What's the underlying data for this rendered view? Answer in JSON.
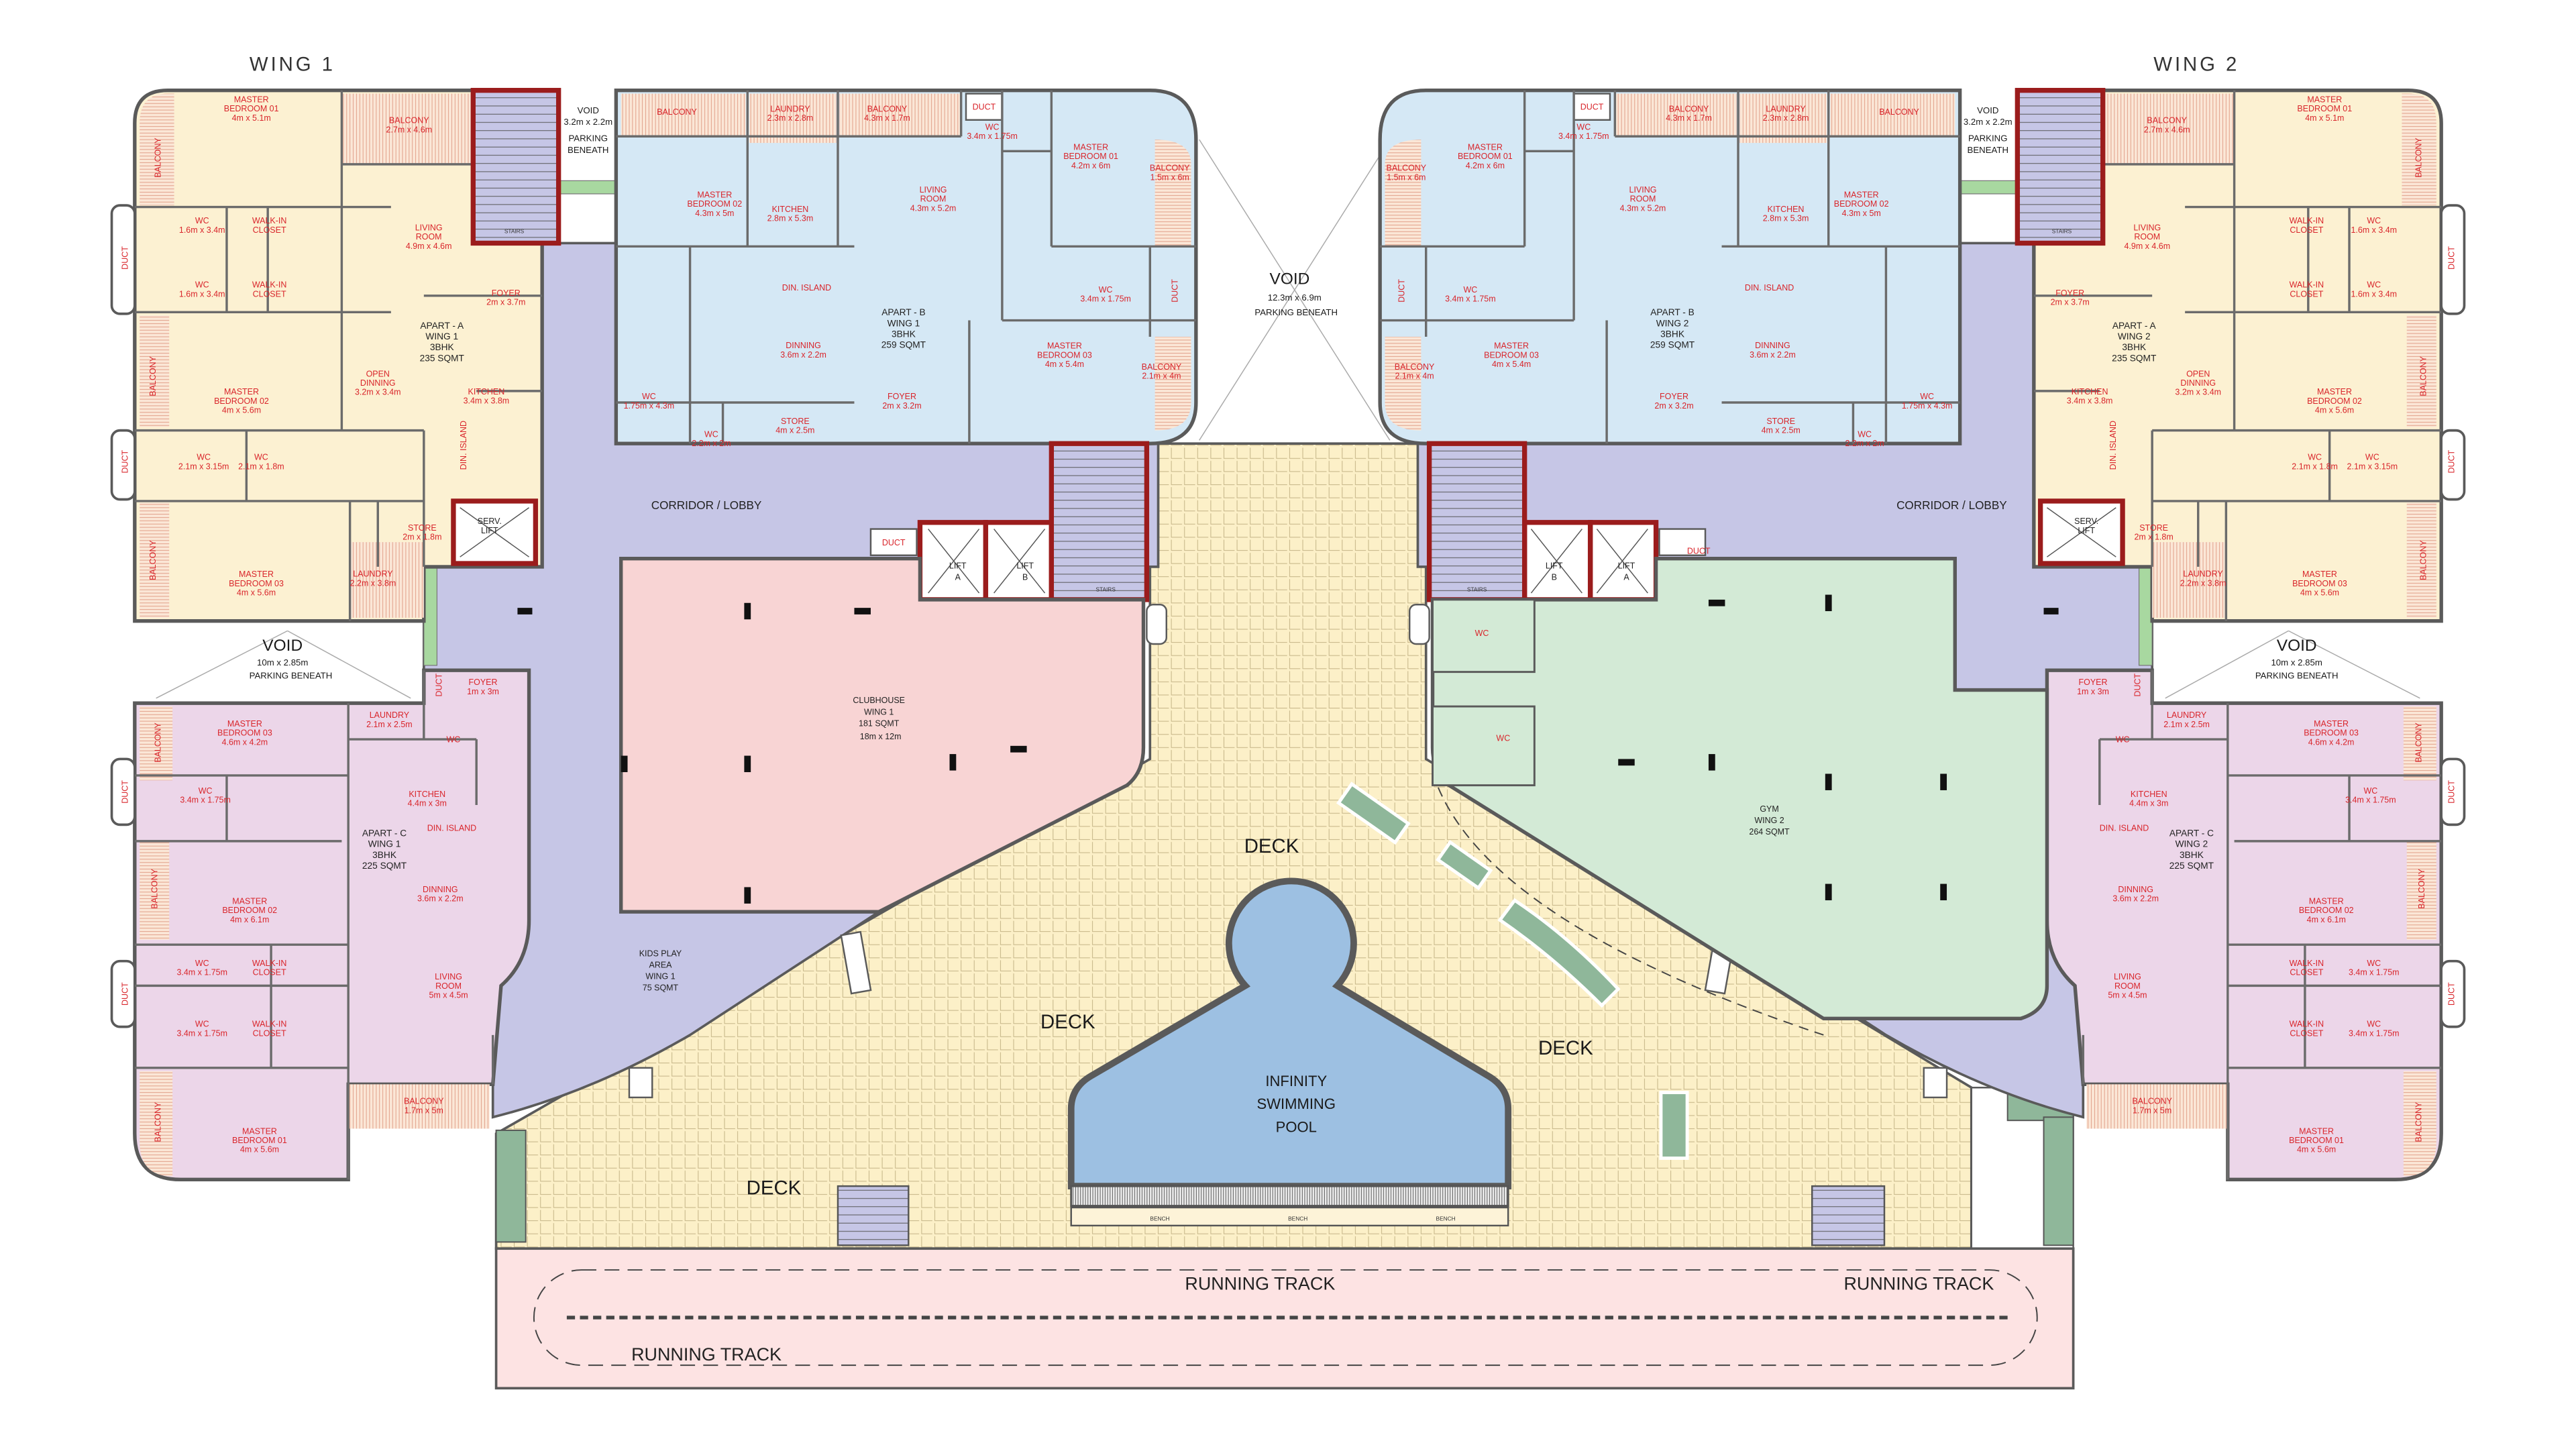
{
  "colors": {
    "apartment_a": "#fcf1d2",
    "apartment_b": "#d5e8f5",
    "apartment_c": "#ecd6e9",
    "corridor": "#c6c6e6",
    "clubhouse": "#f8d4d4",
    "gym": "#d3ead6",
    "deck": "#fcf0c8",
    "pool": "#9dc0e2",
    "running_track": "#fde3e3",
    "room_label": "#d9252b",
    "core_wall": "#9b1c1c"
  },
  "wing1": {
    "title": "WING 1",
    "corridor": "CORRIDOR / LOBBY",
    "void_top": {
      "title": "VOID",
      "size": "3.2m x 2.2m",
      "note1": "PARKING",
      "note2": "BENEATH"
    },
    "void_mid": {
      "title": "VOID",
      "size": "10m x 2.85m",
      "note": "PARKING BENEATH"
    },
    "apartments": {
      "A": {
        "title": [
          "APART - A",
          "WING 1",
          "3BHK",
          "235 SQMT"
        ],
        "rooms": [
          {
            "name": [
              "MASTER",
              "BEDROOM 01"
            ],
            "size": "4m x 5.1m"
          },
          {
            "name": [
              "BALCONY"
            ],
            "size": "2.7m x 4.6m"
          },
          {
            "name": [
              "BALCONY"
            ]
          },
          {
            "name": [
              "WC"
            ],
            "size": "1.6m x 3.4m"
          },
          {
            "name": [
              "WALK-IN",
              "CLOSET"
            ]
          },
          {
            "name": [
              "WC"
            ],
            "size": "1.6m x 3.4m"
          },
          {
            "name": [
              "WALK-IN",
              "CLOSET"
            ]
          },
          {
            "name": [
              "LIVING",
              "ROOM"
            ],
            "size": "4.9m x 4.6m"
          },
          {
            "name": [
              "FOYER"
            ],
            "size": "2m x 3.7m"
          },
          {
            "name": [
              "OPEN",
              "DINNING"
            ],
            "size": "3.2m x 3.4m"
          },
          {
            "name": [
              "KITCHEN"
            ],
            "size": "3.4m x 3.8m"
          },
          {
            "name": [
              "DIN. ISLAND"
            ]
          },
          {
            "name": [
              "MASTER",
              "BEDROOM 02"
            ],
            "size": "4m x 5.6m"
          },
          {
            "name": [
              "BALCONY"
            ]
          },
          {
            "name": [
              "WC"
            ],
            "size": "2.1m x 3.15m"
          },
          {
            "name": [
              "WC"
            ],
            "size": "2.1m x 1.8m"
          },
          {
            "name": [
              "STORE"
            ],
            "size": "2m x 1.8m"
          },
          {
            "name": [
              "SERV.",
              "LIFT"
            ]
          },
          {
            "name": [
              "MASTER",
              "BEDROOM 03"
            ],
            "size": "4m x 5.6m"
          },
          {
            "name": [
              "LAUNDRY"
            ],
            "size": "2.2m x 3.8m"
          },
          {
            "name": [
              "BALCONY"
            ]
          },
          {
            "name": [
              "DUCT"
            ]
          },
          {
            "name": [
              "DUCT"
            ]
          },
          {
            "name": [
              "STAIRS"
            ]
          }
        ]
      },
      "B": {
        "title": [
          "APART - B",
          "WING 1",
          "3BHK",
          "259 SQMT"
        ],
        "rooms": [
          {
            "name": [
              "BALCONY"
            ]
          },
          {
            "name": [
              "LAUNDRY"
            ],
            "size": "2.3m x 2.8m"
          },
          {
            "name": [
              "BALCONY"
            ],
            "size": "4.3m x 1.7m"
          },
          {
            "name": [
              "DUCT"
            ]
          },
          {
            "name": [
              "WC"
            ],
            "size": "3.4m x 1.75m"
          },
          {
            "name": [
              "MASTER",
              "BEDROOM 01"
            ],
            "size": "4.2m x 6m"
          },
          {
            "name": [
              "BALCONY"
            ],
            "size": "1.5m x 6m"
          },
          {
            "name": [
              "MASTER",
              "BEDROOM 02"
            ],
            "size": "4.3m x 5m"
          },
          {
            "name": [
              "KITCHEN"
            ],
            "size": "2.8m x 5.3m"
          },
          {
            "name": [
              "LIVING",
              "ROOM"
            ],
            "size": "4.3m x 5.2m"
          },
          {
            "name": [
              "DIN. ISLAND"
            ]
          },
          {
            "name": [
              "WC"
            ],
            "size": "3.4m x 1.75m"
          },
          {
            "name": [
              "DUCT"
            ]
          },
          {
            "name": [
              "DINNING"
            ],
            "size": "3.6m x 2.2m"
          },
          {
            "name": [
              "MASTER",
              "BEDROOM 03"
            ],
            "size": "4m x 5.4m"
          },
          {
            "name": [
              "BALCONY"
            ],
            "size": "2.1m x 4m"
          },
          {
            "name": [
              "WC"
            ],
            "size": "1.75m x 4.3m"
          },
          {
            "name": [
              "FOYER"
            ],
            "size": "2m x 3.2m"
          },
          {
            "name": [
              "STORE"
            ],
            "size": "4m x 2.5m"
          },
          {
            "name": [
              "WC"
            ],
            "size": "2.2m x 2m"
          }
        ]
      },
      "C": {
        "title": [
          "APART - C",
          "WING 1",
          "3BHK",
          "225 SQMT"
        ],
        "rooms": [
          {
            "name": [
              "FOYER"
            ],
            "size": "1m x 3m"
          },
          {
            "name": [
              "DUCT"
            ]
          },
          {
            "name": [
              "BALCONY"
            ]
          },
          {
            "name": [
              "LAUNDRY"
            ],
            "size": "2.1m x 2.5m"
          },
          {
            "name": [
              "WC"
            ]
          },
          {
            "name": [
              "MASTER",
              "BEDROOM 03"
            ],
            "size": "4.6m x 4.2m"
          },
          {
            "name": [
              "WC"
            ],
            "size": "3.4m x 1.75m"
          },
          {
            "name": [
              "DUCT"
            ]
          },
          {
            "name": [
              "KITCHEN"
            ],
            "size": "4.4m x 3m"
          },
          {
            "name": [
              "DIN. ISLAND"
            ]
          },
          {
            "name": [
              "BALCONY"
            ]
          },
          {
            "name": [
              "DINNING"
            ],
            "size": "3.6m x 2.2m"
          },
          {
            "name": [
              "MASTER",
              "BEDROOM 02"
            ],
            "size": "4m x 6.1m"
          },
          {
            "name": [
              "WC"
            ],
            "size": "3.4m x 1.75m"
          },
          {
            "name": [
              "WALK-IN",
              "CLOSET"
            ]
          },
          {
            "name": [
              "DUCT"
            ]
          },
          {
            "name": [
              "LIVING",
              "ROOM"
            ],
            "size": "5m x 4.5m"
          },
          {
            "name": [
              "WC"
            ],
            "size": "3.4m x 1.75m"
          },
          {
            "name": [
              "WALK-IN",
              "CLOSET"
            ]
          },
          {
            "name": [
              "BALCONY"
            ],
            "size": "1.7m x 5m"
          },
          {
            "name": [
              "BALCONY"
            ]
          },
          {
            "name": [
              "MASTER",
              "BEDROOM 01"
            ],
            "size": "4m x 5.6m"
          }
        ]
      }
    }
  },
  "wing2": {
    "title": "WING 2",
    "corridor": "CORRIDOR / LOBBY",
    "void_top": {
      "title": "VOID",
      "size": "3.2m x 2.2m",
      "note1": "PARKING",
      "note2": "BENEATH"
    },
    "void_mid": {
      "title": "VOID",
      "size": "10m x 2.85m",
      "note": "PARKING BENEATH"
    },
    "apartments": {
      "A": {
        "title": [
          "APART - A",
          "WING 2",
          "3BHK",
          "235 SQMT"
        ],
        "rooms": [
          {
            "name": [
              "MASTER",
              "BEDROOM 01"
            ],
            "size": "4m x 5.1m"
          },
          {
            "name": [
              "BALCONY"
            ],
            "size": "2.7m x 4.6m"
          },
          {
            "name": [
              "BALCONY"
            ]
          },
          {
            "name": [
              "WC"
            ],
            "size": "1.6m x 3.4m"
          },
          {
            "name": [
              "WALK-IN",
              "CLOSET"
            ]
          },
          {
            "name": [
              "WC"
            ],
            "size": "1.6m x 3.4m"
          },
          {
            "name": [
              "WALK-IN",
              "CLOSET"
            ]
          },
          {
            "name": [
              "LIVING",
              "ROOM"
            ],
            "size": "4.9m x 4.6m"
          },
          {
            "name": [
              "FOYER"
            ],
            "size": "2m x 3.7m"
          },
          {
            "name": [
              "OPEN",
              "DINNING"
            ],
            "size": "3.2m x 3.4m"
          },
          {
            "name": [
              "KITCHEN"
            ],
            "size": "3.4m x 3.8m"
          },
          {
            "name": [
              "DIN. ISLAND"
            ]
          },
          {
            "name": [
              "MASTER",
              "BEDROOM 02"
            ],
            "size": "4m x 5.6m"
          },
          {
            "name": [
              "BALCONY"
            ]
          },
          {
            "name": [
              "WC"
            ],
            "size": "2.1m x 3.15m"
          },
          {
            "name": [
              "WC"
            ],
            "size": "2.1m x 1.8m"
          },
          {
            "name": [
              "STORE"
            ],
            "size": "2m x 1.8m"
          },
          {
            "name": [
              "SERV.",
              "LIFT"
            ]
          },
          {
            "name": [
              "MASTER",
              "BEDROOM 03"
            ],
            "size": "4m x 5.6m"
          },
          {
            "name": [
              "LAUNDRY"
            ],
            "size": "2.2m x 3.8m"
          },
          {
            "name": [
              "BALCONY"
            ]
          },
          {
            "name": [
              "DUCT"
            ]
          },
          {
            "name": [
              "DUCT"
            ]
          },
          {
            "name": [
              "STAIRS"
            ]
          }
        ]
      },
      "B": {
        "title": [
          "APART - B",
          "WING 2",
          "3BHK",
          "259 SQMT"
        ],
        "rooms": [
          {
            "name": [
              "BALCONY"
            ]
          },
          {
            "name": [
              "LAUNDRY"
            ],
            "size": "2.3m x 2.8m"
          },
          {
            "name": [
              "BALCONY"
            ],
            "size": "4.3m x 1.7m"
          },
          {
            "name": [
              "DUCT"
            ]
          },
          {
            "name": [
              "WC"
            ],
            "size": "3.4m x 1.75m"
          },
          {
            "name": [
              "MASTER",
              "BEDROOM 01"
            ],
            "size": "4.2m x 6m"
          },
          {
            "name": [
              "BALCONY"
            ],
            "size": "1.5m x 6m"
          },
          {
            "name": [
              "MASTER",
              "BEDROOM 02"
            ],
            "size": "4.3m x 5m"
          },
          {
            "name": [
              "KITCHEN"
            ],
            "size": "2.8m x 5.3m"
          },
          {
            "name": [
              "LIVING",
              "ROOM"
            ],
            "size": "4.3m x 5.2m"
          },
          {
            "name": [
              "DIN. ISLAND"
            ]
          },
          {
            "name": [
              "WC"
            ],
            "size": "3.4m x 1.75m"
          },
          {
            "name": [
              "DUCT"
            ]
          },
          {
            "name": [
              "DINNING"
            ],
            "size": "3.6m x 2.2m"
          },
          {
            "name": [
              "MASTER",
              "BEDROOM 03"
            ],
            "size": "4m x 5.4m"
          },
          {
            "name": [
              "BALCONY"
            ],
            "size": "2.1m x 4m"
          },
          {
            "name": [
              "WC"
            ],
            "size": "1.75m x 4.3m"
          },
          {
            "name": [
              "FOYER"
            ],
            "size": "2m x 3.2m"
          },
          {
            "name": [
              "STORE"
            ],
            "size": "4m x 2.5m"
          },
          {
            "name": [
              "WC"
            ],
            "size": "2.2m x 2m"
          }
        ]
      },
      "C": {
        "title": [
          "APART - C",
          "WING 2",
          "3BHK",
          "225 SQMT"
        ],
        "rooms": [
          {
            "name": [
              "FOYER"
            ],
            "size": "1m x 3m"
          },
          {
            "name": [
              "DUCT"
            ]
          },
          {
            "name": [
              "BALCONY"
            ]
          },
          {
            "name": [
              "LAUNDRY"
            ],
            "size": "2.1m x 2.5m"
          },
          {
            "name": [
              "WC"
            ]
          },
          {
            "name": [
              "MASTER",
              "BEDROOM 03"
            ],
            "size": "4.6m x 4.2m"
          },
          {
            "name": [
              "WC"
            ],
            "size": "3.4m x 1.75m"
          },
          {
            "name": [
              "DUCT"
            ]
          },
          {
            "name": [
              "KITCHEN"
            ],
            "size": "4.4m x 3m"
          },
          {
            "name": [
              "DIN. ISLAND"
            ]
          },
          {
            "name": [
              "BALCONY"
            ]
          },
          {
            "name": [
              "DINNING"
            ],
            "size": "3.6m x 2.2m"
          },
          {
            "name": [
              "MASTER",
              "BEDROOM 02"
            ],
            "size": "4m x 6.1m"
          },
          {
            "name": [
              "WC"
            ],
            "size": "3.4m x 1.75m"
          },
          {
            "name": [
              "WALK-IN",
              "CLOSET"
            ]
          },
          {
            "name": [
              "DUCT"
            ]
          },
          {
            "name": [
              "LIVING",
              "ROOM"
            ],
            "size": "5m x 4.5m"
          },
          {
            "name": [
              "WC"
            ],
            "size": "3.4m x 1.75m"
          },
          {
            "name": [
              "WALK-IN",
              "CLOSET"
            ]
          },
          {
            "name": [
              "BALCONY"
            ],
            "size": "1.7m x 5m"
          },
          {
            "name": [
              "BALCONY"
            ]
          },
          {
            "name": [
              "MASTER",
              "BEDROOM 01"
            ],
            "size": "4m x 5.6m"
          }
        ]
      }
    }
  },
  "center": {
    "void": {
      "title": "VOID",
      "size": "12.3m x 6.9m",
      "note": "PARKING BENEATH"
    },
    "clubhouse": [
      "CLUBHOUSE",
      "WING 1",
      "181 SQMT",
      "18m x 12m"
    ],
    "kids_play": [
      "KIDS PLAY",
      "AREA",
      "WING 1",
      "75 SQMT"
    ],
    "gym": [
      "GYM",
      "WING 2",
      "264 SQMT"
    ],
    "gym_wc": [
      "WC",
      "WC"
    ],
    "pool": [
      "INFINITY",
      "SWIMMING",
      "POOL"
    ],
    "deck": [
      "DECK",
      "DECK",
      "DECK",
      "DECK"
    ],
    "benches": [
      "BENCH",
      "BENCH",
      "BENCH"
    ],
    "running_track": [
      "RUNNING TRACK",
      "RUNNING TRACK",
      "RUNNING TRACK"
    ],
    "lifts_w1": {
      "lift_a": [
        "LIFT",
        "A"
      ],
      "lift_b": [
        "LIFT",
        "B"
      ],
      "stairs": "STAIRS",
      "duct": "DUCT"
    },
    "lifts_w2": {
      "lift_a": [
        "LIFT",
        "A"
      ],
      "lift_b": [
        "LIFT",
        "B"
      ],
      "stairs": "STAIRS",
      "duct": "DUCT"
    }
  }
}
